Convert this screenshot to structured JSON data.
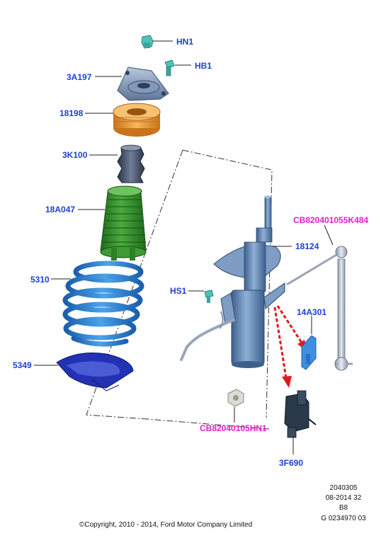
{
  "labels": {
    "hn1": "HN1",
    "hb1": "HB1",
    "p3a197": "3A197",
    "p18198": "18198",
    "p3k100": "3K100",
    "p18a047": "18A047",
    "p5310": "5310",
    "p5349": "5349",
    "hs1": "HS1",
    "p18124": "18124",
    "cb_k484": "CB820401055K484",
    "p14a301": "14A301",
    "cb_hn1": "CB82040105HN1",
    "p3f690": "3F690"
  },
  "footer": {
    "line1": "2040305",
    "line2": "08-2014 32",
    "line3": "B8",
    "line4": "G 0234970 03",
    "copyright": "©Copyright, 2010 - 2014, Ford Motor Company Limited"
  },
  "colors": {
    "label_blue": "#1f3fd6",
    "label_magenta": "#e21ccf",
    "spring_blue": "#2f86d8",
    "bellows_green": "#2f8a2a",
    "seat_orange": "#f2a33a",
    "strut_blue": "#5a86b8",
    "insulator_navy": "#1e2ca0",
    "arrow_red": "#e11b1b"
  }
}
